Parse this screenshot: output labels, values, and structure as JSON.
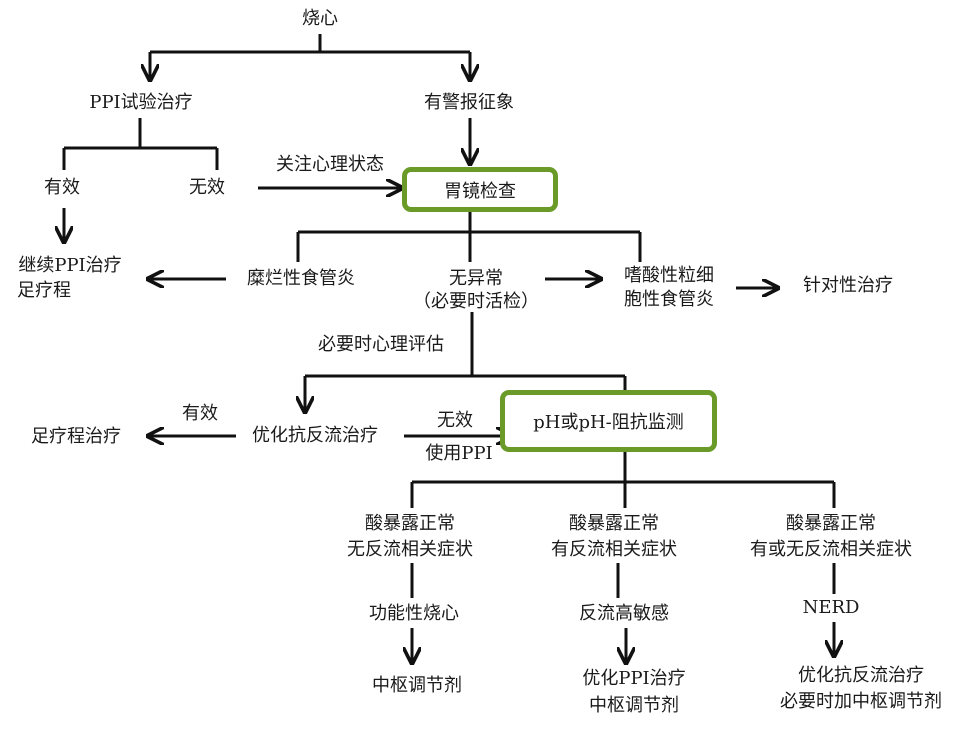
{
  "nodes": {
    "heartburn": "烧心",
    "ppi_trial": "PPI试验治疗",
    "alarm_signs": "有警报征象",
    "effective": "有效",
    "ineffective": "无效",
    "focus_psych": "关注心理状态",
    "endoscopy": "胃镜检查",
    "continue_ppi_1": "继续PPI治疗",
    "continue_ppi_2": "足疗程",
    "erosive": "糜烂性食管炎",
    "normal_1": "无异常",
    "normal_2": "（必要时活检）",
    "eos_1": "嗜酸性粒细",
    "eos_2": "胞性食管炎",
    "targeted": "针对性治疗",
    "psych_eval": "必要时心理评估",
    "effective_2": "有效",
    "full_course": "足疗程治疗",
    "optimize_anti_reflux": "优化抗反流治疗",
    "ineffective_2": "无效",
    "using_ppi": "使用PPI",
    "ph_monitor": "pH或pH-阻抗监测",
    "case1_1": "酸暴露正常",
    "case1_2": "无反流相关症状",
    "case2_1": "酸暴露正常",
    "case2_2": "有反流相关症状",
    "case3_1": "酸暴露正常",
    "case3_2": "有或无反流相关症状",
    "functional": "功能性烧心",
    "hypersensitive": "反流高敏感",
    "nerd": "NERD",
    "central_1": "中枢调节剂",
    "optimize_ppi_1": "优化PPI治疗",
    "optimize_ppi_2": "中枢调节剂",
    "opt_final_1": "优化抗反流治疗",
    "opt_final_2": "必要时加中枢调节剂"
  }
}
